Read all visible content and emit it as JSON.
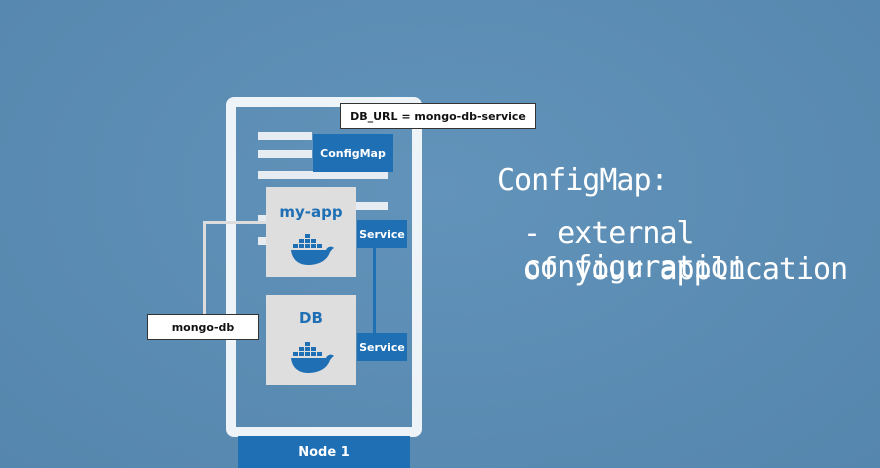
{
  "diagram": {
    "config_value": "DB_URL = mongo-db-service",
    "configmap_label": "ConfigMap",
    "app_pod_label": "my-app",
    "db_pod_label": "DB",
    "service_label_1": "Service",
    "service_label_2": "Service",
    "db_name_label": "mongo-db",
    "node_label": "Node 1"
  },
  "caption": {
    "heading": "ConfigMap:",
    "line1": "- external configuration",
    "line2": "of your application"
  },
  "colors": {
    "background": "#5b8db4",
    "accent_blue": "#1f6fb5",
    "pod_gray": "#dedede",
    "frame": "#eef3f8"
  }
}
